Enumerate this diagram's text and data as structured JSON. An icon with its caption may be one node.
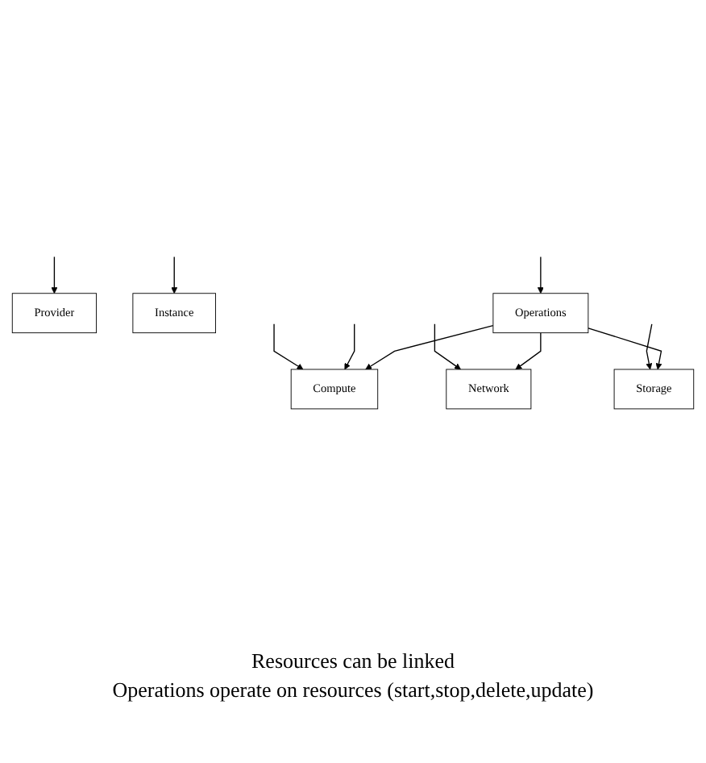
{
  "diagram": {
    "nodes": [
      {
        "text": [
          "Provider"
        ]
      },
      {
        "text": [
          "Instance"
        ]
      },
      {
        "text": [
          "Compute"
        ]
      },
      {
        "text": [
          "Network"
        ]
      },
      {
        "text": [
          "Storage"
        ]
      },
      {
        "text": [
          "Operations"
        ]
      }
    ],
    "edges": [
      {
        "from": null,
        "to": 0,
        "arrow": "to"
      },
      {
        "from": null,
        "to": 2,
        "arrow": "to"
      },
      {
        "from": null,
        "to": 1,
        "arrow": "to"
      },
      {
        "from": null,
        "to": 5,
        "arrow": "to"
      },
      {
        "from": null,
        "to": 2,
        "arrow": "to"
      },
      {
        "from": null,
        "to": 3,
        "arrow": "to"
      },
      {
        "from": null,
        "to": 4,
        "arrow": "to"
      },
      {
        "from": 5,
        "to": 2,
        "arrow": "to"
      },
      {
        "from": 5,
        "to": 3,
        "arrow": "to"
      },
      {
        "from": 5,
        "to": 4,
        "arrow": "to"
      }
    ],
    "labels": [
      "Resources can be linked",
      "Operations operate on resources (start,stop,delete,update)"
    ]
  }
}
